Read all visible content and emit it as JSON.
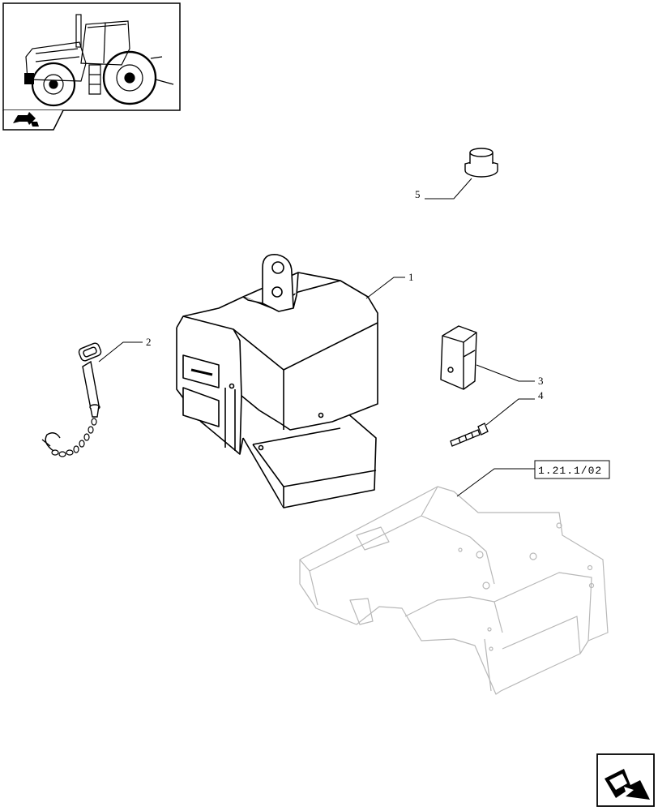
{
  "diagram": {
    "type": "exploded-parts-diagram",
    "parts": [
      {
        "callout": "1",
        "description": "front ballast weight block with lifting lug"
      },
      {
        "callout": "2",
        "description": "hitch pin with ring and chain"
      },
      {
        "callout": "3",
        "description": "square block with hole"
      },
      {
        "callout": "4",
        "description": "bolt"
      },
      {
        "callout": "5",
        "description": "cap / plug"
      }
    ],
    "reference": "1.21.1/02"
  },
  "thumbnail": {
    "icon": "tractor-icon",
    "location_marker": "front-weight-location"
  },
  "nav": {
    "prev_icon": "prev-page-arrow-icon",
    "next_icon": "next-page-arrow-icon"
  },
  "colors": {
    "line": "#000000",
    "ghost": "#b8b8b8",
    "background": "#ffffff"
  }
}
